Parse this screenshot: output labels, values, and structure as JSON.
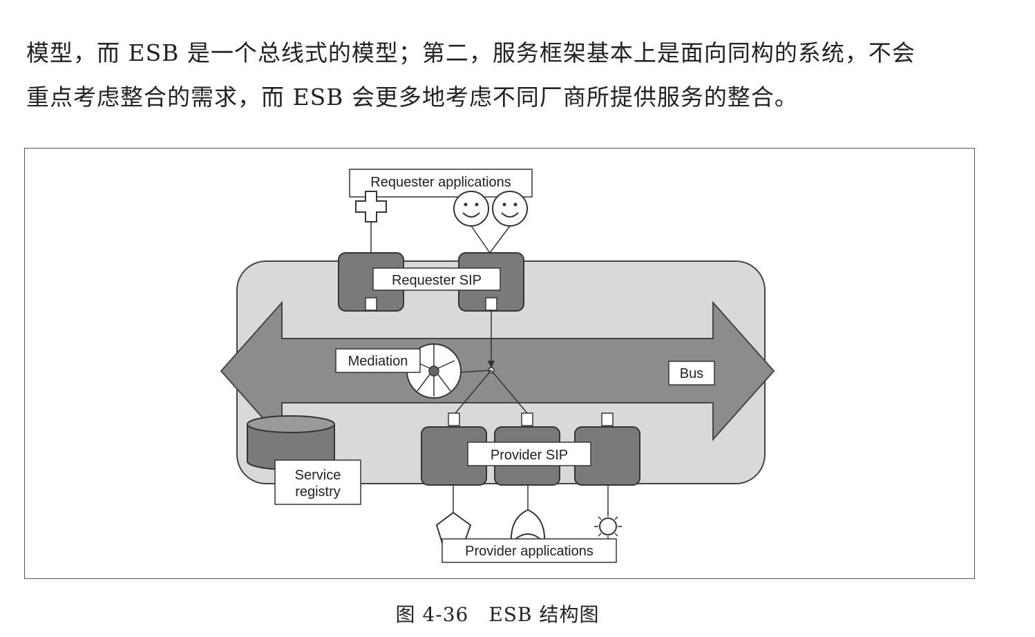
{
  "paragraph": {
    "line1": "模型，而 ESB 是一个总线式的模型；第二，服务框架基本上是面向同构的系统，不会",
    "line2": "重点考虑整合的需求，而 ESB 会更多地考虑不同厂商所提供服务的整合。"
  },
  "diagram": {
    "requester_apps_label": "Requester applications",
    "requester_sip_label": "Requester SIP",
    "mediation_label": "Mediation",
    "bus_label": "Bus",
    "service_registry_label_line1": "Service",
    "service_registry_label_line2": "registry",
    "provider_sip_label": "Provider SIP",
    "provider_apps_label": "Provider applications"
  },
  "caption": "图 4-36　ESB 结构图"
}
